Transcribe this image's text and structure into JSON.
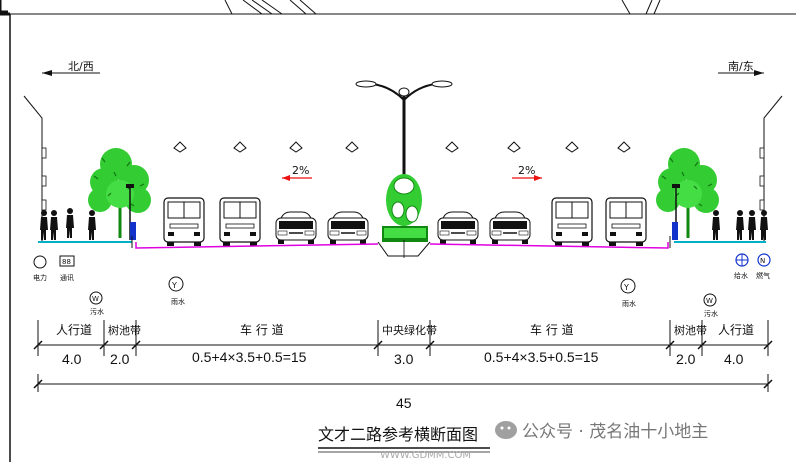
{
  "directions": {
    "left": "北/西",
    "right": "南/东"
  },
  "slopes": {
    "left": "2%",
    "right": "2%"
  },
  "utilities": {
    "power": "电力",
    "telecom": "通讯",
    "telecom_symbol": "88",
    "sewage_left": "污水",
    "rain_left": "雨水",
    "rain_right": "雨水",
    "sewage_right": "污水",
    "water_supply": "给水",
    "gas": "燃气",
    "w_symbol": "W",
    "y_symbol": "Y",
    "n_symbol": "N"
  },
  "sections": [
    {
      "label": "人行道",
      "width": "4.0"
    },
    {
      "label": "树池带",
      "width": "2.0"
    },
    {
      "label": "车 行 道",
      "width": "0.5+4×3.5+0.5=15"
    },
    {
      "label": "中央绿化带",
      "width": "3.0"
    },
    {
      "label": "车 行 道",
      "width": "0.5+4×3.5+0.5=15"
    },
    {
      "label": "树池带",
      "width": "2.0"
    },
    {
      "label": "人行道",
      "width": "4.0"
    }
  ],
  "total_width": "45",
  "title": "文才二路参考横断面图",
  "watermark": "公众号 · 茂名油十小地主",
  "watermark_url": "WWW.GDMM.COM",
  "colors": {
    "line": "#111111",
    "road_surface": "#e000e0",
    "sidewalk": "#00b0c8",
    "tree": "#33cc33",
    "tree_dark": "#118811",
    "slope_arrow": "#ee1111"
  }
}
